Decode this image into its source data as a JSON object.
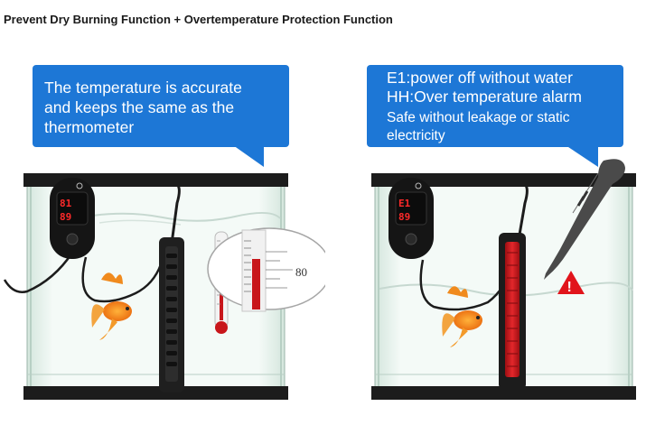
{
  "header": {
    "title": "Prevent Dry Burning Function + Overtemperature Protection Function"
  },
  "left_panel": {
    "callout_lines": [
      "The temperature is accurate",
      "and keeps the same as the",
      "thermometer"
    ],
    "controller": {
      "top_reading": "81",
      "bottom_reading": "89"
    },
    "thermometer_reading": "80"
  },
  "right_panel": {
    "callout_lines": [
      "E1:power off without water",
      "HH:Over temperature alarm",
      "Safe without leakage or static",
      "electricity"
    ],
    "controller": {
      "top_reading": "E1",
      "bottom_reading": "89"
    },
    "warning_symbol": "!"
  },
  "icons": [
    "warning-icon",
    "fish-icon",
    "thermometer-icon",
    "heater-icon",
    "controller-icon"
  ],
  "colors": {
    "callout_blue": "#1d77d6",
    "display_red": "#ff2a2a",
    "tank_glass": "#e8f4ef",
    "heater_red": "#c8161b",
    "warning_red": "#e1141b"
  }
}
